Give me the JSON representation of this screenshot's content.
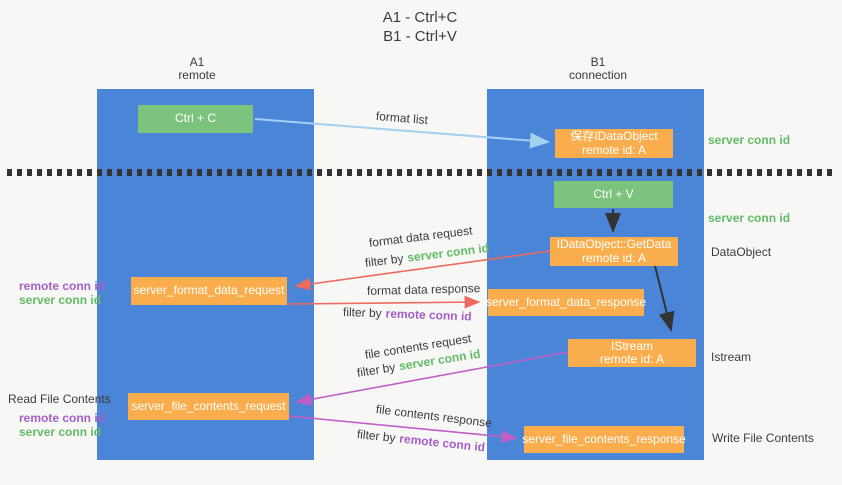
{
  "title": {
    "line1": "A1 - Ctrl+C",
    "line2": "B1 - Ctrl+V"
  },
  "lanes": {
    "left": {
      "name": "A1",
      "role": "remote"
    },
    "right": {
      "name": "B1",
      "role": "connection"
    }
  },
  "nodes": {
    "ctrl_c": {
      "label": "Ctrl + C"
    },
    "save_dataobject": {
      "line1": "保存IDataObject",
      "line2": "remote id: A"
    },
    "ctrl_v": {
      "label": "Ctrl + V"
    },
    "getdata": {
      "line1": "IDataObject::GetData",
      "line2": "remote id: A"
    },
    "server_format_data_request": {
      "label": "server_format_data_request"
    },
    "server_format_data_response": {
      "label": "server_format_data_response"
    },
    "istream": {
      "line1": "IStream",
      "line2": "remote id: A"
    },
    "server_file_contents_request": {
      "label": "server_file_contents_request"
    },
    "server_file_contents_response": {
      "label": "server_file_contents_response"
    }
  },
  "flow_labels": {
    "format_list": "format list",
    "format_data_request": "format data request",
    "format_data_response": "format data response",
    "file_contents_request": "file contents request",
    "file_contents_response": "file contents response",
    "filter_by": "filter by",
    "server_conn_id": "server conn id",
    "remote_conn_id": "remote conn id"
  },
  "side_labels": {
    "right_server_conn_id_top": "server conn id",
    "right_server_conn_id_mid": "server conn id",
    "right_dataobject": "DataObject",
    "right_istream": "Istream",
    "right_write_file_contents": "Write File Contents",
    "left_remote_conn_id_top": "remote conn id",
    "left_server_conn_id_top": "server conn id",
    "left_read_file_contents": "Read File Contents",
    "left_remote_conn_id_bottom": "remote conn id",
    "left_server_conn_id_bottom": "server conn id"
  },
  "colors": {
    "lane_blue": "#4A85D8",
    "node_green": "#7CC47E",
    "node_orange": "#FAAD4D",
    "arrow_light_blue": "#A3D1F0",
    "arrow_red": "#ED6A5E",
    "arrow_magenta": "#C25FC7",
    "arrow_black": "#333333",
    "text_green": "#62BB66",
    "text_purple": "#A65EC8",
    "text_dark": "#3C3C3C",
    "background": "#F7F7F6"
  }
}
